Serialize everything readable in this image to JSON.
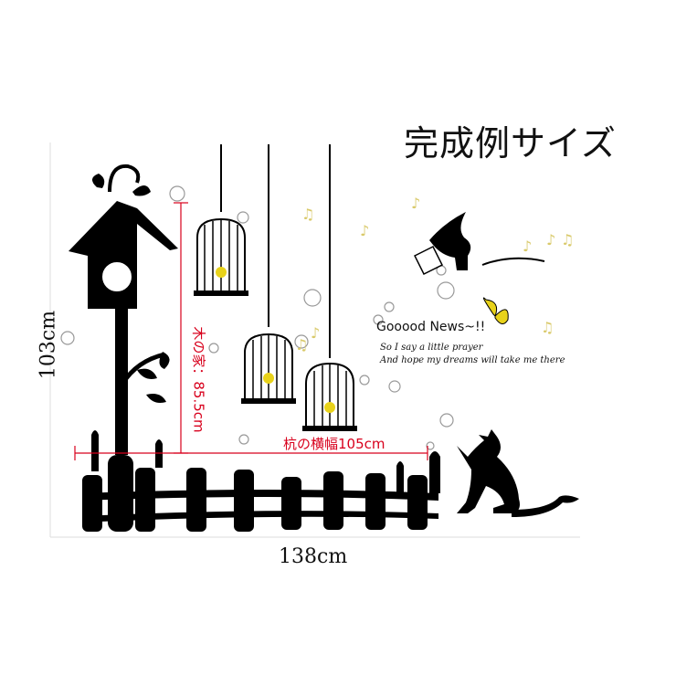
{
  "title": "完成例サイズ",
  "dimensions": {
    "width_label": "138cm",
    "height_label": "103cm",
    "house_height_label": "木の家：85.5cm",
    "post_width_label": "杭の横幅105cm"
  },
  "message": {
    "headline": "Gooood News~!!",
    "line1": "So I say a little prayer",
    "line2": "And hope my dreams will take me there"
  },
  "colors": {
    "silhouette": "#000000",
    "bird_yellow": "#e8d21a",
    "measure_red": "#d8001c",
    "note_yellow": "#d9c96a"
  }
}
